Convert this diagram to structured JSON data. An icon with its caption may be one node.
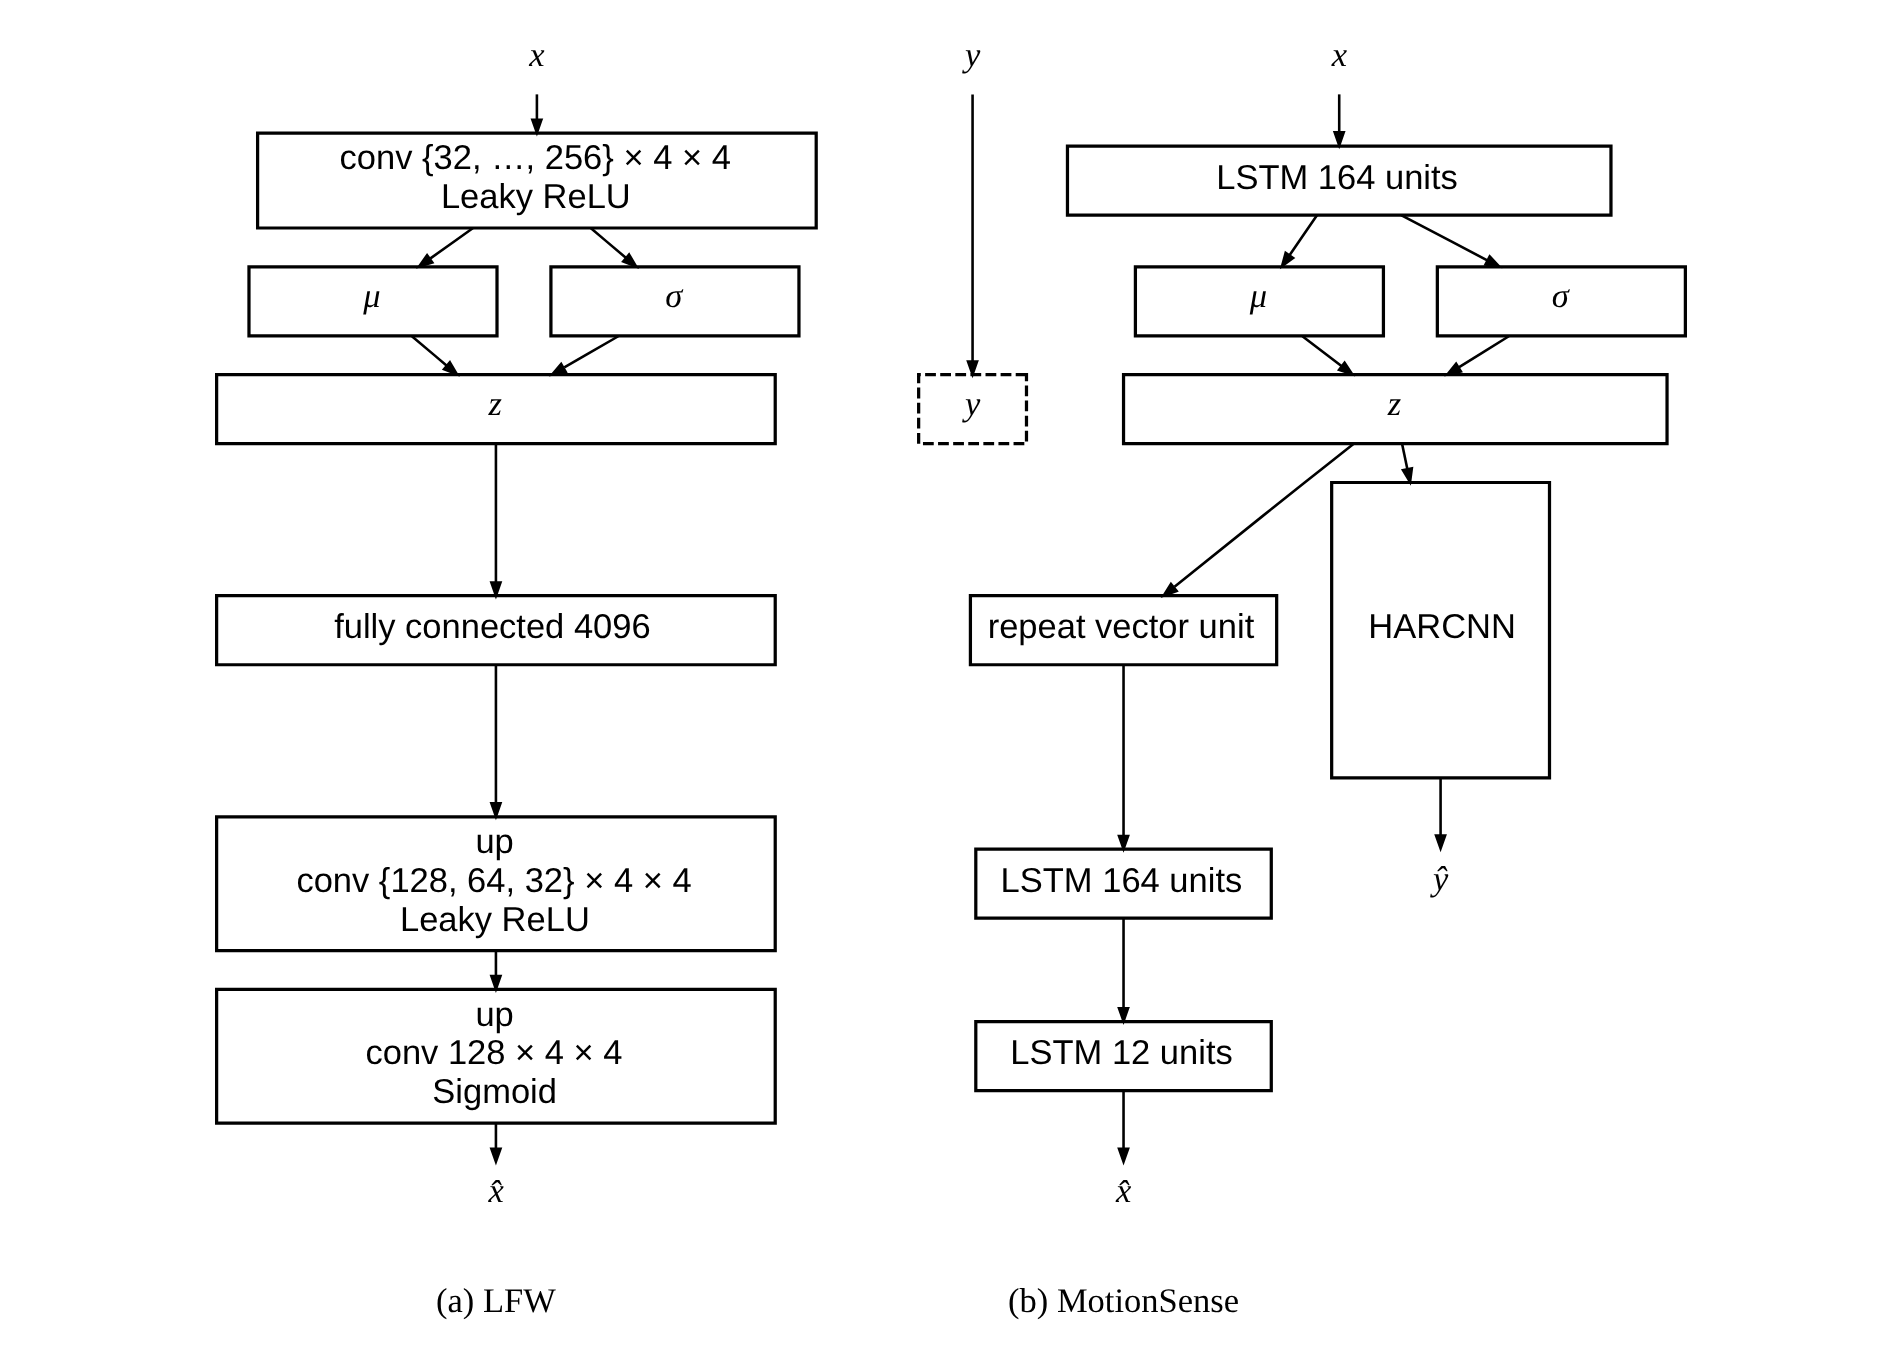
{
  "diagram": {
    "nodes": [
      {
        "text": [
          "x"
        ]
      },
      {
        "text": [
          "conv {32, …, 256} × 4 × 4",
          "Leaky ReLU"
        ]
      },
      {
        "text": [
          "μ"
        ]
      },
      {
        "text": [
          "σ"
        ]
      },
      {
        "text": [
          "y"
        ]
      },
      {
        "text": [
          "z"
        ]
      },
      {
        "text": [
          "y"
        ]
      },
      {
        "text": [
          "fully connected 4096"
        ]
      },
      {
        "text": [
          "up",
          "conv {128, 64, 32} × 4 × 4",
          "Leaky ReLU"
        ]
      },
      {
        "text": [
          "up",
          "conv 128 × 4 × 4",
          "Sigmoid"
        ]
      },
      {
        "text": [
          "x̂"
        ]
      },
      {
        "text": [
          "x"
        ]
      },
      {
        "text": [
          "LSTM 164 units"
        ]
      },
      {
        "text": [
          "μ"
        ]
      },
      {
        "text": [
          "σ"
        ]
      },
      {
        "text": [
          "z"
        ]
      },
      {
        "text": [
          "repeat vector unit"
        ]
      },
      {
        "text": [
          "HARCNN"
        ]
      },
      {
        "text": [
          "LSTM 164 units"
        ]
      },
      {
        "text": [
          "LSTM 12 units"
        ]
      },
      {
        "text": [
          "x̂"
        ]
      },
      {
        "text": [
          "ŷ"
        ]
      }
    ],
    "edges": [
      {
        "from": 0,
        "to": 1,
        "arrow": "to"
      },
      {
        "from": 1,
        "to": 2,
        "arrow": "to"
      },
      {
        "from": 1,
        "to": 3,
        "arrow": "to"
      },
      {
        "from": 2,
        "to": 5,
        "arrow": "to"
      },
      {
        "from": 3,
        "to": 5,
        "arrow": "to"
      },
      {
        "from": 4,
        "to": 6,
        "arrow": "to"
      },
      {
        "from": 5,
        "to": 7,
        "arrow": "to"
      },
      {
        "from": 7,
        "to": 8,
        "arrow": "to"
      },
      {
        "from": 8,
        "to": 9,
        "arrow": "to"
      },
      {
        "from": 9,
        "to": 10,
        "arrow": "to"
      },
      {
        "from": 11,
        "to": 12,
        "arrow": "to"
      },
      {
        "from": 12,
        "to": 13,
        "arrow": "to"
      },
      {
        "from": 12,
        "to": 14,
        "arrow": "to"
      },
      {
        "from": 13,
        "to": 15,
        "arrow": "to"
      },
      {
        "from": 14,
        "to": 15,
        "arrow": "to"
      },
      {
        "from": 15,
        "to": 16,
        "arrow": "to"
      },
      {
        "from": 15,
        "to": 17,
        "arrow": "to"
      },
      {
        "from": 16,
        "to": 18,
        "arrow": "to"
      },
      {
        "from": 18,
        "to": 19,
        "arrow": "to"
      },
      {
        "from": 19,
        "to": 20,
        "arrow": "to"
      },
      {
        "from": 17,
        "to": 21,
        "arrow": "to"
      }
    ],
    "labels": [
      "(a) LFW",
      "(b) MotionSense"
    ]
  }
}
